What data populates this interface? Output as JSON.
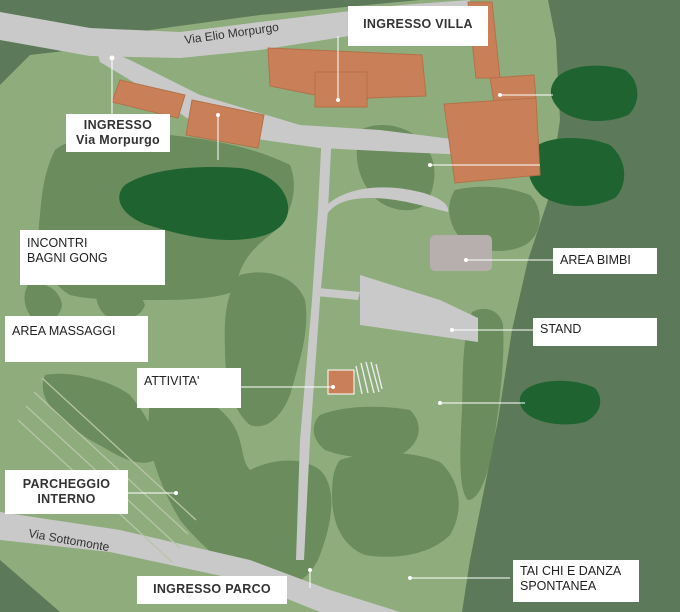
{
  "roads": {
    "top": "Via Elio Morpurgo",
    "bottom": "Via Sottomonte"
  },
  "labels": {
    "ingresso_villa": "INGRESSO VILLA",
    "ingresso_morpurgo": "INGRESSO\nVia Morpurgo",
    "incontri": "INCONTRI\nBAGNI GONG",
    "area_bimbi": "AREA BIMBI",
    "area_massaggi": "AREA MASSAGGI",
    "stand": "STAND",
    "attivita": "ATTIVITA'",
    "parcheggio": "PARCHEGGIO\nINTERNO",
    "ingresso_parco": "INGRESSO PARCO",
    "tai_chi": "TAI CHI E DANZA\nSPONTANEA"
  },
  "colors": {
    "outer_bg": "#5c7a59",
    "park_lawn": "#8fac7d",
    "tree_clump": "#6b8c5c",
    "dark_tree": "#1f6330",
    "building": "#c98058",
    "path": "#c9c9c9",
    "playground": "#b7aeae"
  }
}
